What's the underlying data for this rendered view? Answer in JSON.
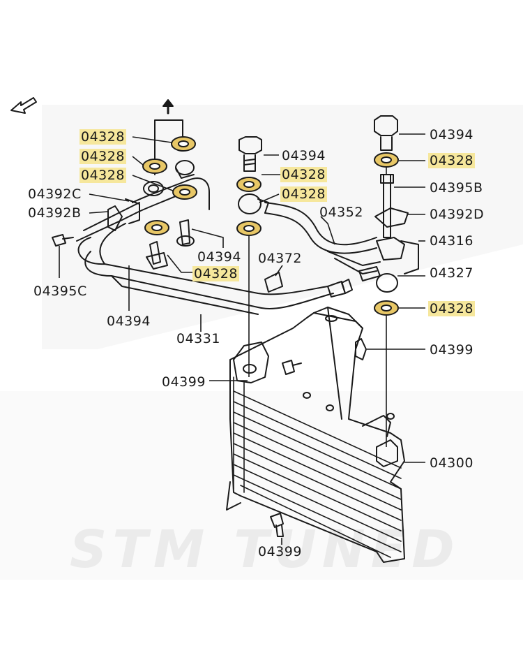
{
  "watermark": "STM TUNED",
  "labels": {
    "p04328_a": "04328",
    "p04328_b": "04328",
    "p04328_c": "04328",
    "p04392c": "04392C",
    "p04392b": "04392B",
    "p04395c": "04395C",
    "p04394_a": "04394",
    "p04394_b": "04394",
    "p04328_d": "04328",
    "p04394_c": "04394",
    "p04328_e": "04328",
    "p04328_f": "04328",
    "p04352": "04352",
    "p04372": "04372",
    "p04331": "04331",
    "p04399_a": "04399",
    "p04394_d": "04394",
    "p04328_g": "04328",
    "p04395b": "04395B",
    "p04392d": "04392D",
    "p04316": "04316",
    "p04327": "04327",
    "p04328_h": "04328",
    "p04399_b": "04399",
    "p04300": "04300",
    "p04399_c": "04399"
  },
  "colors": {
    "highlight": "#f6e79c",
    "washer": "#e8c766",
    "line": "#1a1a1a",
    "watermark": "#eeeeee"
  }
}
